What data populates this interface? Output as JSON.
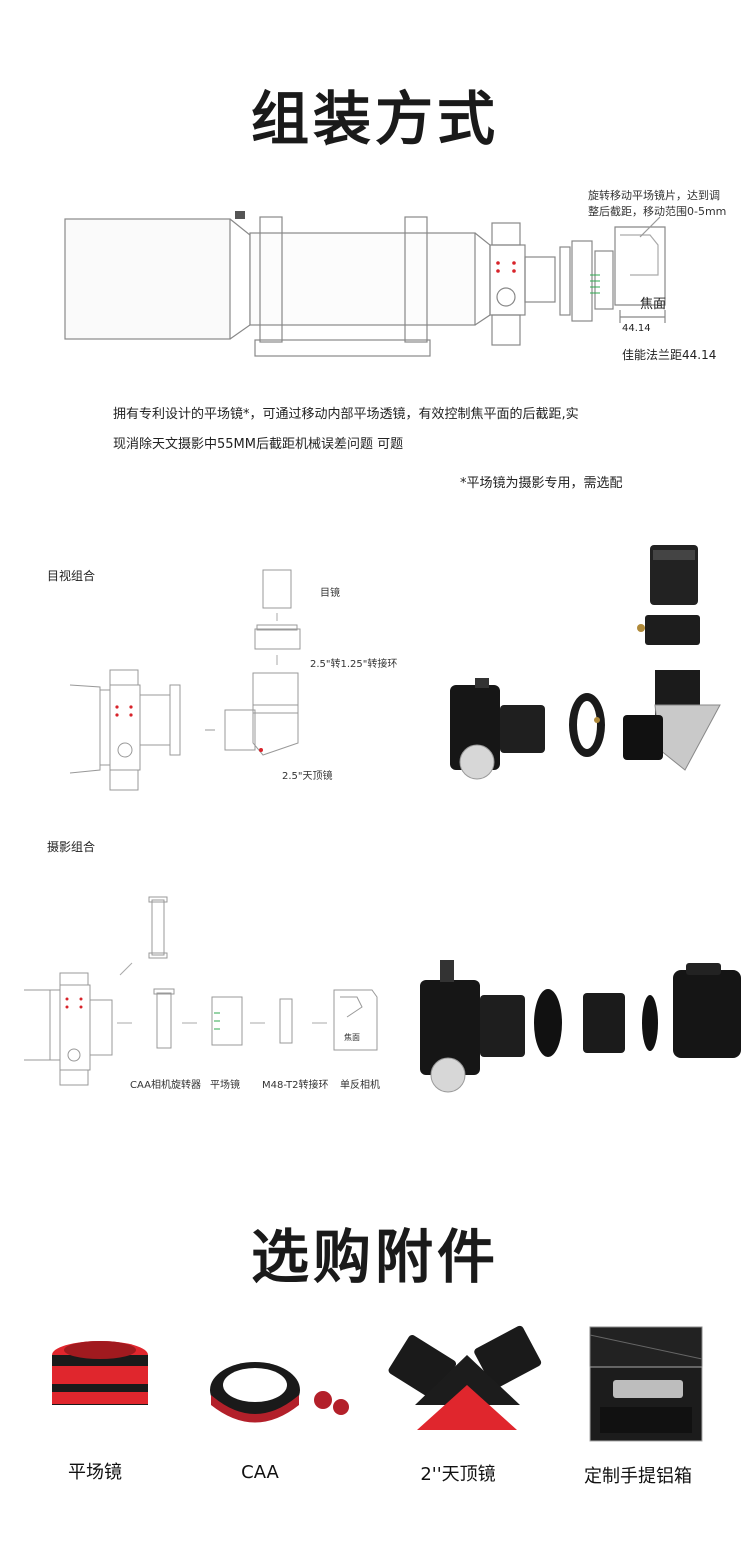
{
  "section1": {
    "title": "组装方式",
    "annotation_top": [
      "旋转移动平场镜片，达到调",
      "整后截距，移动范围0-5mm"
    ],
    "focal_plane_label": "焦面",
    "dimension_label": "44.14",
    "canon_flange_label": "佳能法兰距44.14",
    "description_line1": "拥有专利设计的平场镜*，可通过移动内部平场透镜，有效控制焦平面的后截距,实",
    "description_line2": "现消除天文摄影中55MM后截距机械误差问题 可题",
    "footnote": "*平场镜为摄影专用，需选配"
  },
  "visual_combo": {
    "heading": "目视组合",
    "eyepiece_label": "目镜",
    "adapter_label": "2.5\"转1.25\"转接环",
    "diagonal_label": "2.5\"天顶镜"
  },
  "photo_combo": {
    "heading": "摄影组合",
    "labels": [
      "CAA相机旋转器",
      "平场镜",
      "M48-T2转接环",
      "单反相机"
    ],
    "camera_focal_label": "焦面"
  },
  "section2": {
    "title": "选购附件",
    "items": [
      {
        "label": "平场镜"
      },
      {
        "label": "CAA"
      },
      {
        "label": "2''天顶镜"
      },
      {
        "label": "定制手提铝箱"
      }
    ]
  },
  "colors": {
    "accent_red": "#d8232a",
    "dark": "#1a1a1a",
    "line": "#9a9a9a"
  }
}
